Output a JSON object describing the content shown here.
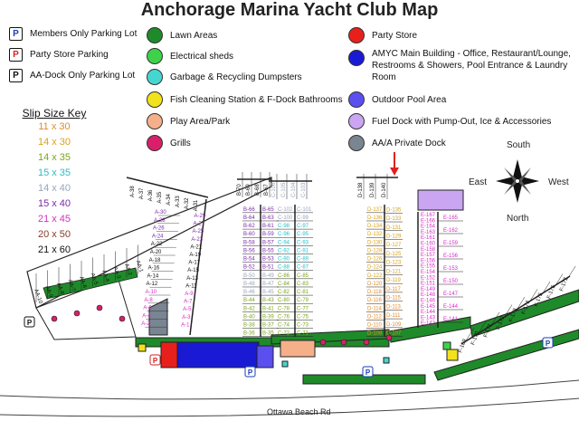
{
  "title": "Anchorage Marina Yacht Club Map",
  "parking_legend": [
    {
      "glyph": "P",
      "glyph_color": "#1a3fb5",
      "label": "Members Only Parking Lot"
    },
    {
      "glyph": "P",
      "glyph_color": "#d62020",
      "label": "Party Store Parking"
    },
    {
      "glyph": "P",
      "glyph_color": "#111111",
      "label": "AA-Dock Only Parking Lot"
    }
  ],
  "legend_left": [
    {
      "color": "#1f8a2a",
      "label": "Lawn Areas"
    },
    {
      "color": "#3fd14a",
      "label": "Electrical sheds"
    },
    {
      "color": "#45d6d2",
      "label": "Garbage & Recycling Dumpsters"
    },
    {
      "color": "#f2e21c",
      "label": "Fish Cleaning Station & F-Dock Bathrooms"
    },
    {
      "color": "#f5b08a",
      "label": "Play Area/Park"
    },
    {
      "color": "#d91f6a",
      "label": "Grills"
    }
  ],
  "legend_right": [
    {
      "color": "#e8201c",
      "label": "Party Store"
    },
    {
      "color": "#1a1ad4",
      "label": "AMYC Main Building - Office, Restaurant/Lounge, Restrooms & Showers, Pool Entrance & Laundry Room"
    },
    {
      "color": "#5b4ff0",
      "label": "Outdoor Pool Area"
    },
    {
      "color": "#caa6f2",
      "label": "Fuel Dock with Pump-Out, Ice & Accessories"
    },
    {
      "color": "#7a8592",
      "label": "AA/A Private Dock"
    }
  ],
  "slip_key": {
    "heading": "Slip Size Key",
    "sizes": [
      {
        "label": "11 x 30",
        "color": "#e08a2a"
      },
      {
        "label": "14 x 30",
        "color": "#d9a21a"
      },
      {
        "label": "14 x 35",
        "color": "#7aa61c"
      },
      {
        "label": "15 x 35",
        "color": "#2bbcc4"
      },
      {
        "label": "14 x 40",
        "color": "#9aa4bf"
      },
      {
        "label": "15 x 40",
        "color": "#7a2aa6"
      },
      {
        "label": "21 x 45",
        "color": "#d62dc6"
      },
      {
        "label": "20 x 50",
        "color": "#8a3a2a"
      },
      {
        "label": "21 x 60",
        "color": "#111111"
      }
    ]
  },
  "compass": {
    "north": "North",
    "south": "South",
    "east": "East",
    "west": "West"
  },
  "road": "Ottawa Beach Rd",
  "docks": {
    "aa": [
      "AA-10",
      "AA-9",
      "AA-8",
      "AA-7",
      "AA-6",
      "AA-5",
      "AA-4",
      "AA-3",
      "AA-2",
      "AA-1"
    ],
    "a_top": [
      "A-38",
      "A-37",
      "A-36",
      "A-35",
      "A-34",
      "A-33",
      "A-32",
      "A-31"
    ],
    "a_left": [
      "A-30",
      "A-28",
      "A-26",
      "A-24",
      "A-22",
      "A-20",
      "A-18",
      "A-16",
      "A-14",
      "A-12",
      "A-10",
      "A-8",
      "A-6",
      "A-4",
      "A-2"
    ],
    "a_right": [
      "A-29",
      "A-27",
      "A-25",
      "A-23",
      "A-21",
      "A-19",
      "A-17",
      "A-15",
      "A-13",
      "A-11",
      "A-9",
      "A-7",
      "A-5",
      "A-3",
      "A-1"
    ],
    "b_top": [
      "B-70",
      "B-69",
      "B-68",
      "B-67"
    ],
    "b_left": [
      "B-66",
      "B-64",
      "B-62",
      "B-60",
      "B-58",
      "B-56",
      "B-54",
      "B-52",
      "B-50",
      "B-48",
      "B-46",
      "B-44",
      "B-42",
      "B-40",
      "B-38",
      "B-36"
    ],
    "b_right": [
      "B-65",
      "B-63",
      "B-61",
      "B-59",
      "B-57",
      "B-55",
      "B-53",
      "B-51",
      "B-49",
      "B-47",
      "B-45",
      "B-43",
      "B-41",
      "B-39",
      "B-37",
      "B-35"
    ],
    "c_top": [
      "C-106",
      "C-105",
      "C-104",
      "C-103"
    ],
    "c_left": [
      "C-102",
      "C-100",
      "C-98",
      "C-96",
      "C-94",
      "C-92",
      "C-90",
      "C-88",
      "C-86",
      "C-84",
      "C-82",
      "C-80",
      "C-78",
      "C-76",
      "C-74",
      "C-72"
    ],
    "c_right": [
      "C-101",
      "C-99",
      "C-97",
      "C-95",
      "C-93",
      "C-91",
      "C-89",
      "C-87",
      "C-85",
      "C-83",
      "C-81",
      "C-79",
      "C-77",
      "C-75",
      "C-73",
      "C-71"
    ],
    "d_top": [
      "D-138",
      "D-139",
      "D-140"
    ],
    "d_left": [
      "D-137",
      "D-136",
      "D-134",
      "D-132",
      "D-130",
      "D-128",
      "D-126",
      "D-124",
      "D-122",
      "D-120",
      "D-118",
      "D-116",
      "D-114",
      "D-112",
      "D-110",
      "D-108"
    ],
    "d_right": [
      "D-135",
      "D-133",
      "D-131",
      "D-129",
      "D-127",
      "D-125",
      "D-123",
      "D-121",
      "D-119",
      "D-117",
      "D-115",
      "D-113",
      "D-111",
      "D-109",
      "D-107"
    ],
    "e_left": [
      "E-167",
      "E-166",
      "E-164",
      "E-163",
      "E-161",
      "E-160",
      "E-158",
      "E-157",
      "E-156",
      "E-155",
      "E-154",
      "E-152",
      "E-151",
      "E-149",
      "E-148",
      "E-146",
      "E-145",
      "E-144",
      "E-143",
      "E-142"
    ],
    "e_right": [
      "E-165",
      "E-162",
      "E-159",
      "E-156",
      "E-153",
      "E-150",
      "E-147",
      "E-144",
      "E-141"
    ],
    "f": [
      "F-177",
      "F-176",
      "F-175",
      "F-174",
      "F-173",
      "F-172",
      "F-171",
      "F-170",
      "F-169"
    ]
  },
  "map_p_labels": [
    "P",
    "P",
    "P",
    "P",
    "P"
  ]
}
